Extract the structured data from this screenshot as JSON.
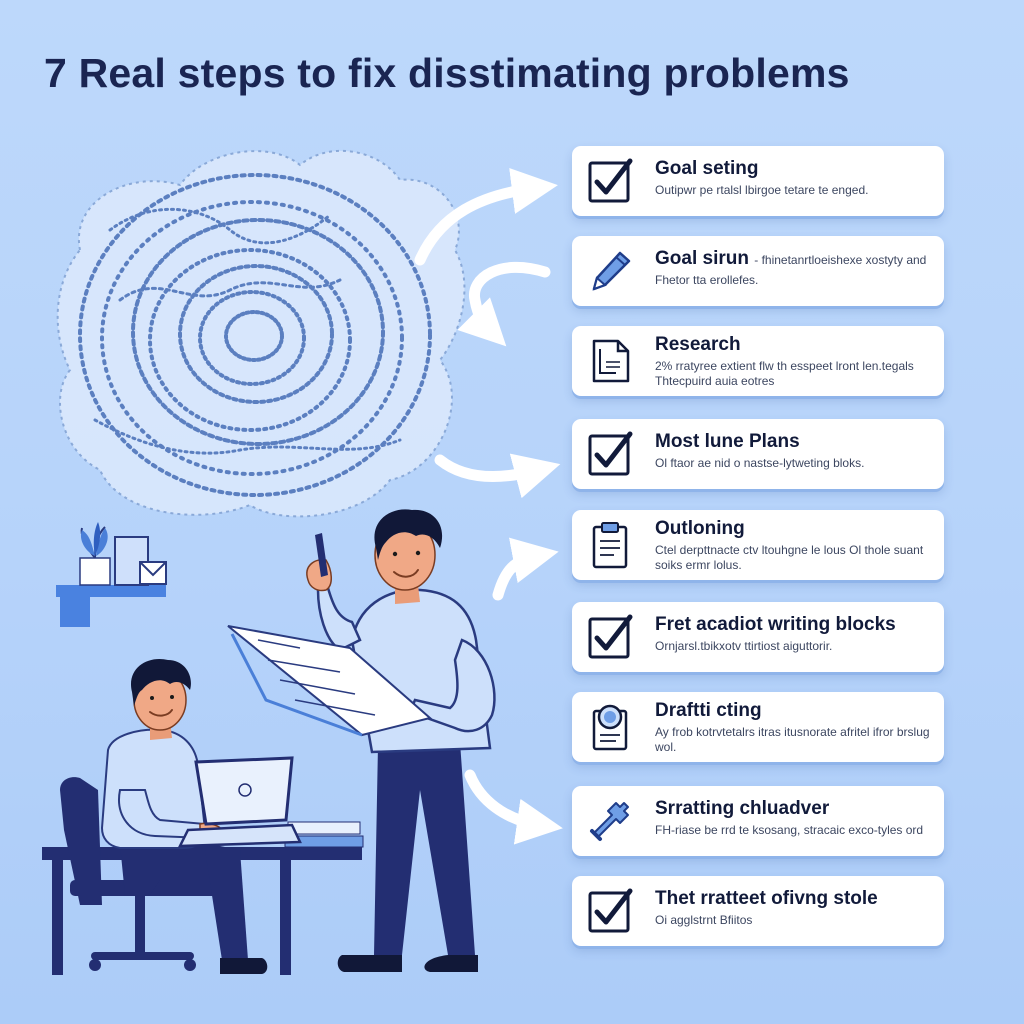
{
  "page": {
    "title": "7 Real steps to fix disstimating problems"
  },
  "colors": {
    "background": "#b9d5fa",
    "card": "#ffffff",
    "ink": "#1a2552",
    "accent": "#4a7fd8",
    "navy": "#232e72"
  },
  "steps": [
    {
      "icon": "checkbox-icon",
      "title": "Goal seting",
      "description": "Outipwr pe rtalsl lbirgoe tetare te enged."
    },
    {
      "icon": "pencil-icon",
      "title": "Goal sirun",
      "title_suffix": "- fhinetanrtloeishexe xostyty and",
      "description": "Fhetor tta erollefes."
    },
    {
      "icon": "document-icon",
      "title": "Research",
      "description": "2% rratyree extient flw th esspeet lront len.tegals Thtecpuird auia eotres"
    },
    {
      "icon": "checkbox-icon",
      "title": "Most lune Plans",
      "description": "Ol ftaor ae nid o nastse-lytweting bloks."
    },
    {
      "icon": "clipboard-icon",
      "title": "Outloning",
      "description": "Ctel derpttnacte ctv ltouhgne le lous Ol thole suant soiks ermr lolus."
    },
    {
      "icon": "checkbox-icon",
      "title": "Fret acadiot writing blocks",
      "description": "Ornjarsl.tbikxotv ttirtiost aiguttorir."
    },
    {
      "icon": "badge-icon",
      "title": "Draftti cting",
      "description": "Ay frob kotrvtetalrs itras itusnorate afritel ifror brslug wol."
    },
    {
      "icon": "wrench-icon",
      "title": "Srratting chluadver",
      "description": "FH-riase be rrd te ksosang, stracaic exco-tyles ord"
    },
    {
      "icon": "checkbox-icon",
      "title": "Thet rratteet ofivng stole",
      "description": "Oi agglstrnt Bfiitos"
    }
  ]
}
